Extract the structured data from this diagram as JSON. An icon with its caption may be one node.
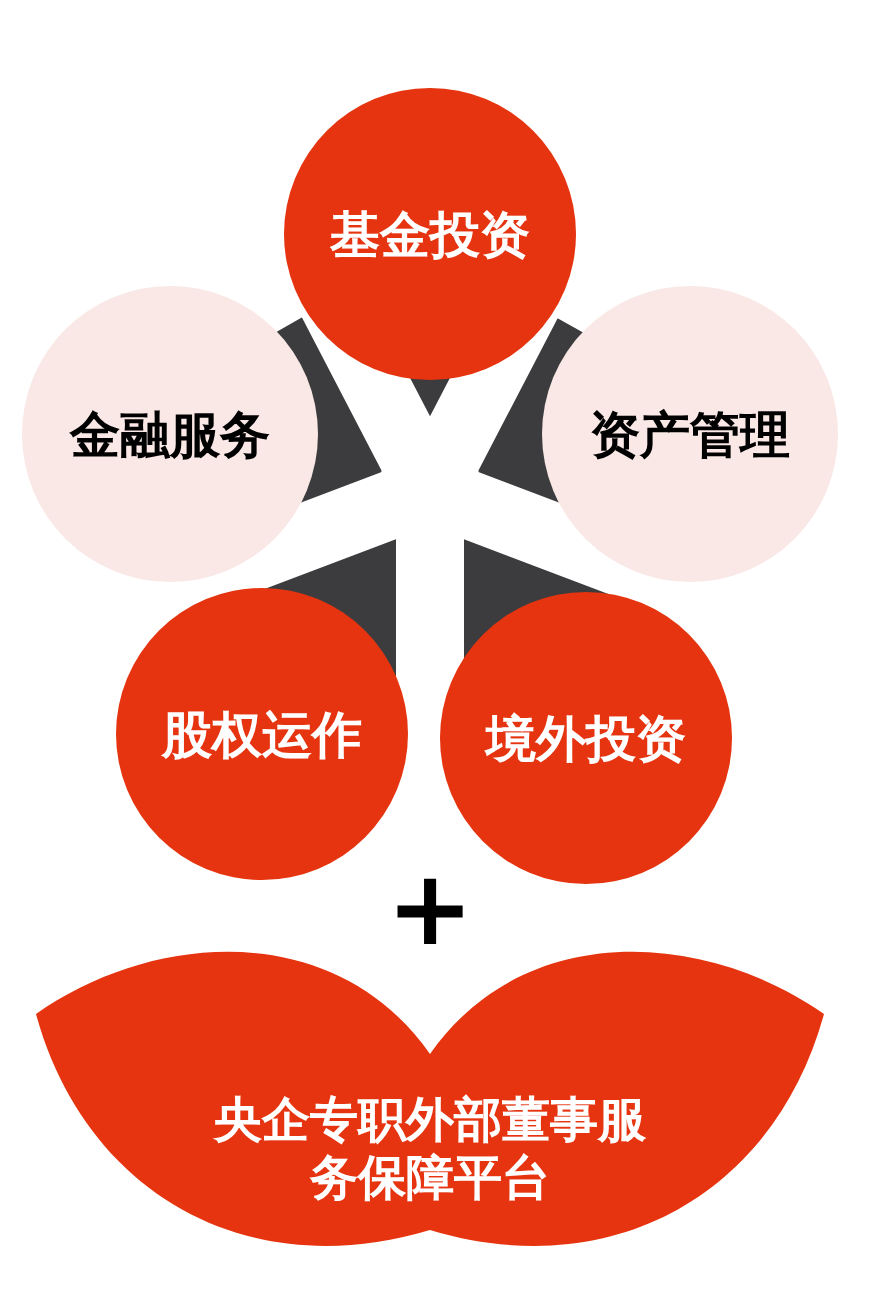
{
  "diagram": {
    "nodes": [
      {
        "text": [
          "基金投资"
        ]
      },
      {
        "text": [
          "金融服务"
        ]
      },
      {
        "text": [
          "资产管理"
        ]
      },
      {
        "text": [
          "股权运作"
        ]
      },
      {
        "text": [
          "境外投资"
        ]
      },
      {
        "text": [
          "央企专职外部董事服务保障平台"
        ]
      }
    ],
    "labels": [
      "+"
    ]
  }
}
